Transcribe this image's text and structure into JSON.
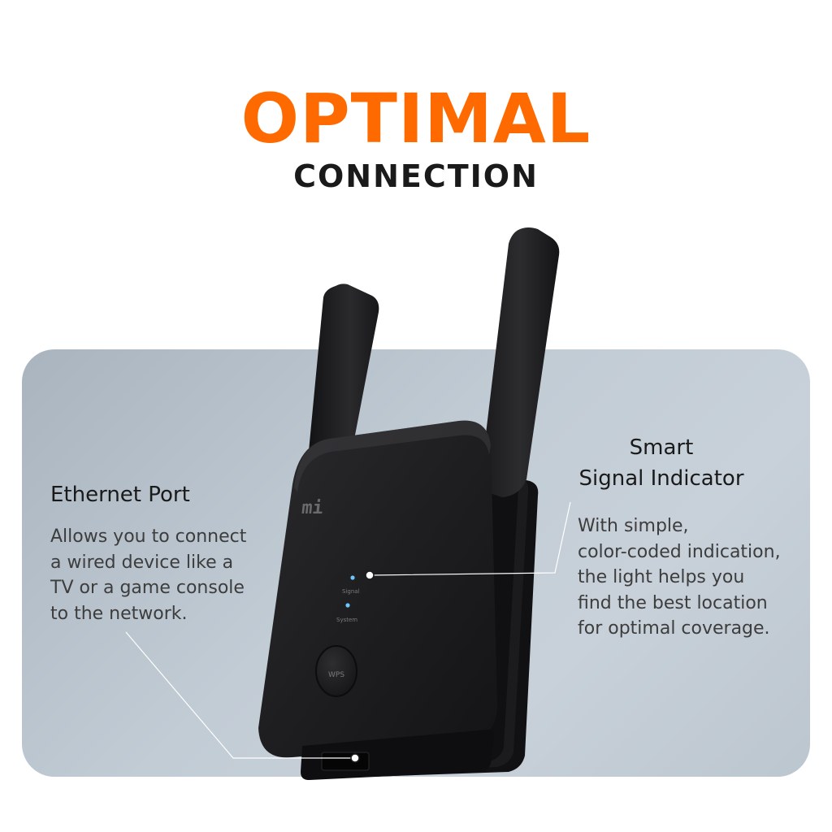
{
  "header": {
    "title": "OPTIMAL",
    "subtitle": "CONNECTION"
  },
  "features": {
    "ethernet": {
      "title": "Ethernet Port",
      "lines": [
        "Allows you to connect",
        "a wired device like a",
        "TV or a game console",
        "to the network."
      ]
    },
    "signal": {
      "title_lines": [
        "Smart",
        "Signal Indicator"
      ],
      "lines": [
        "With simple,",
        "color-coded indication,",
        "the light helps you",
        "find the best location",
        "for optimal coverage."
      ]
    }
  },
  "device": {
    "logo": "mi",
    "led_labels": [
      "Signal",
      "System"
    ],
    "button_label": "WPS"
  },
  "colors": {
    "accent": "#ff6a00",
    "text_dark": "#1a1a1a",
    "text_body": "#3d3d3d",
    "device": "#1c1c1e",
    "led": "#6ec6ff"
  }
}
